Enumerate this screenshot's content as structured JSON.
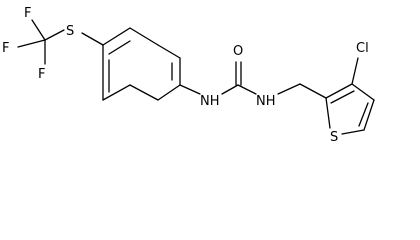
{
  "molecule": {
    "atoms": {
      "f_top": "F",
      "f_left": "F",
      "f_bottom": "F",
      "s_thioether": "S",
      "nh_left": "NH",
      "o_carbonyl": "O",
      "nh_right": "NH",
      "s_thiophene": "S",
      "cl": "Cl"
    }
  }
}
